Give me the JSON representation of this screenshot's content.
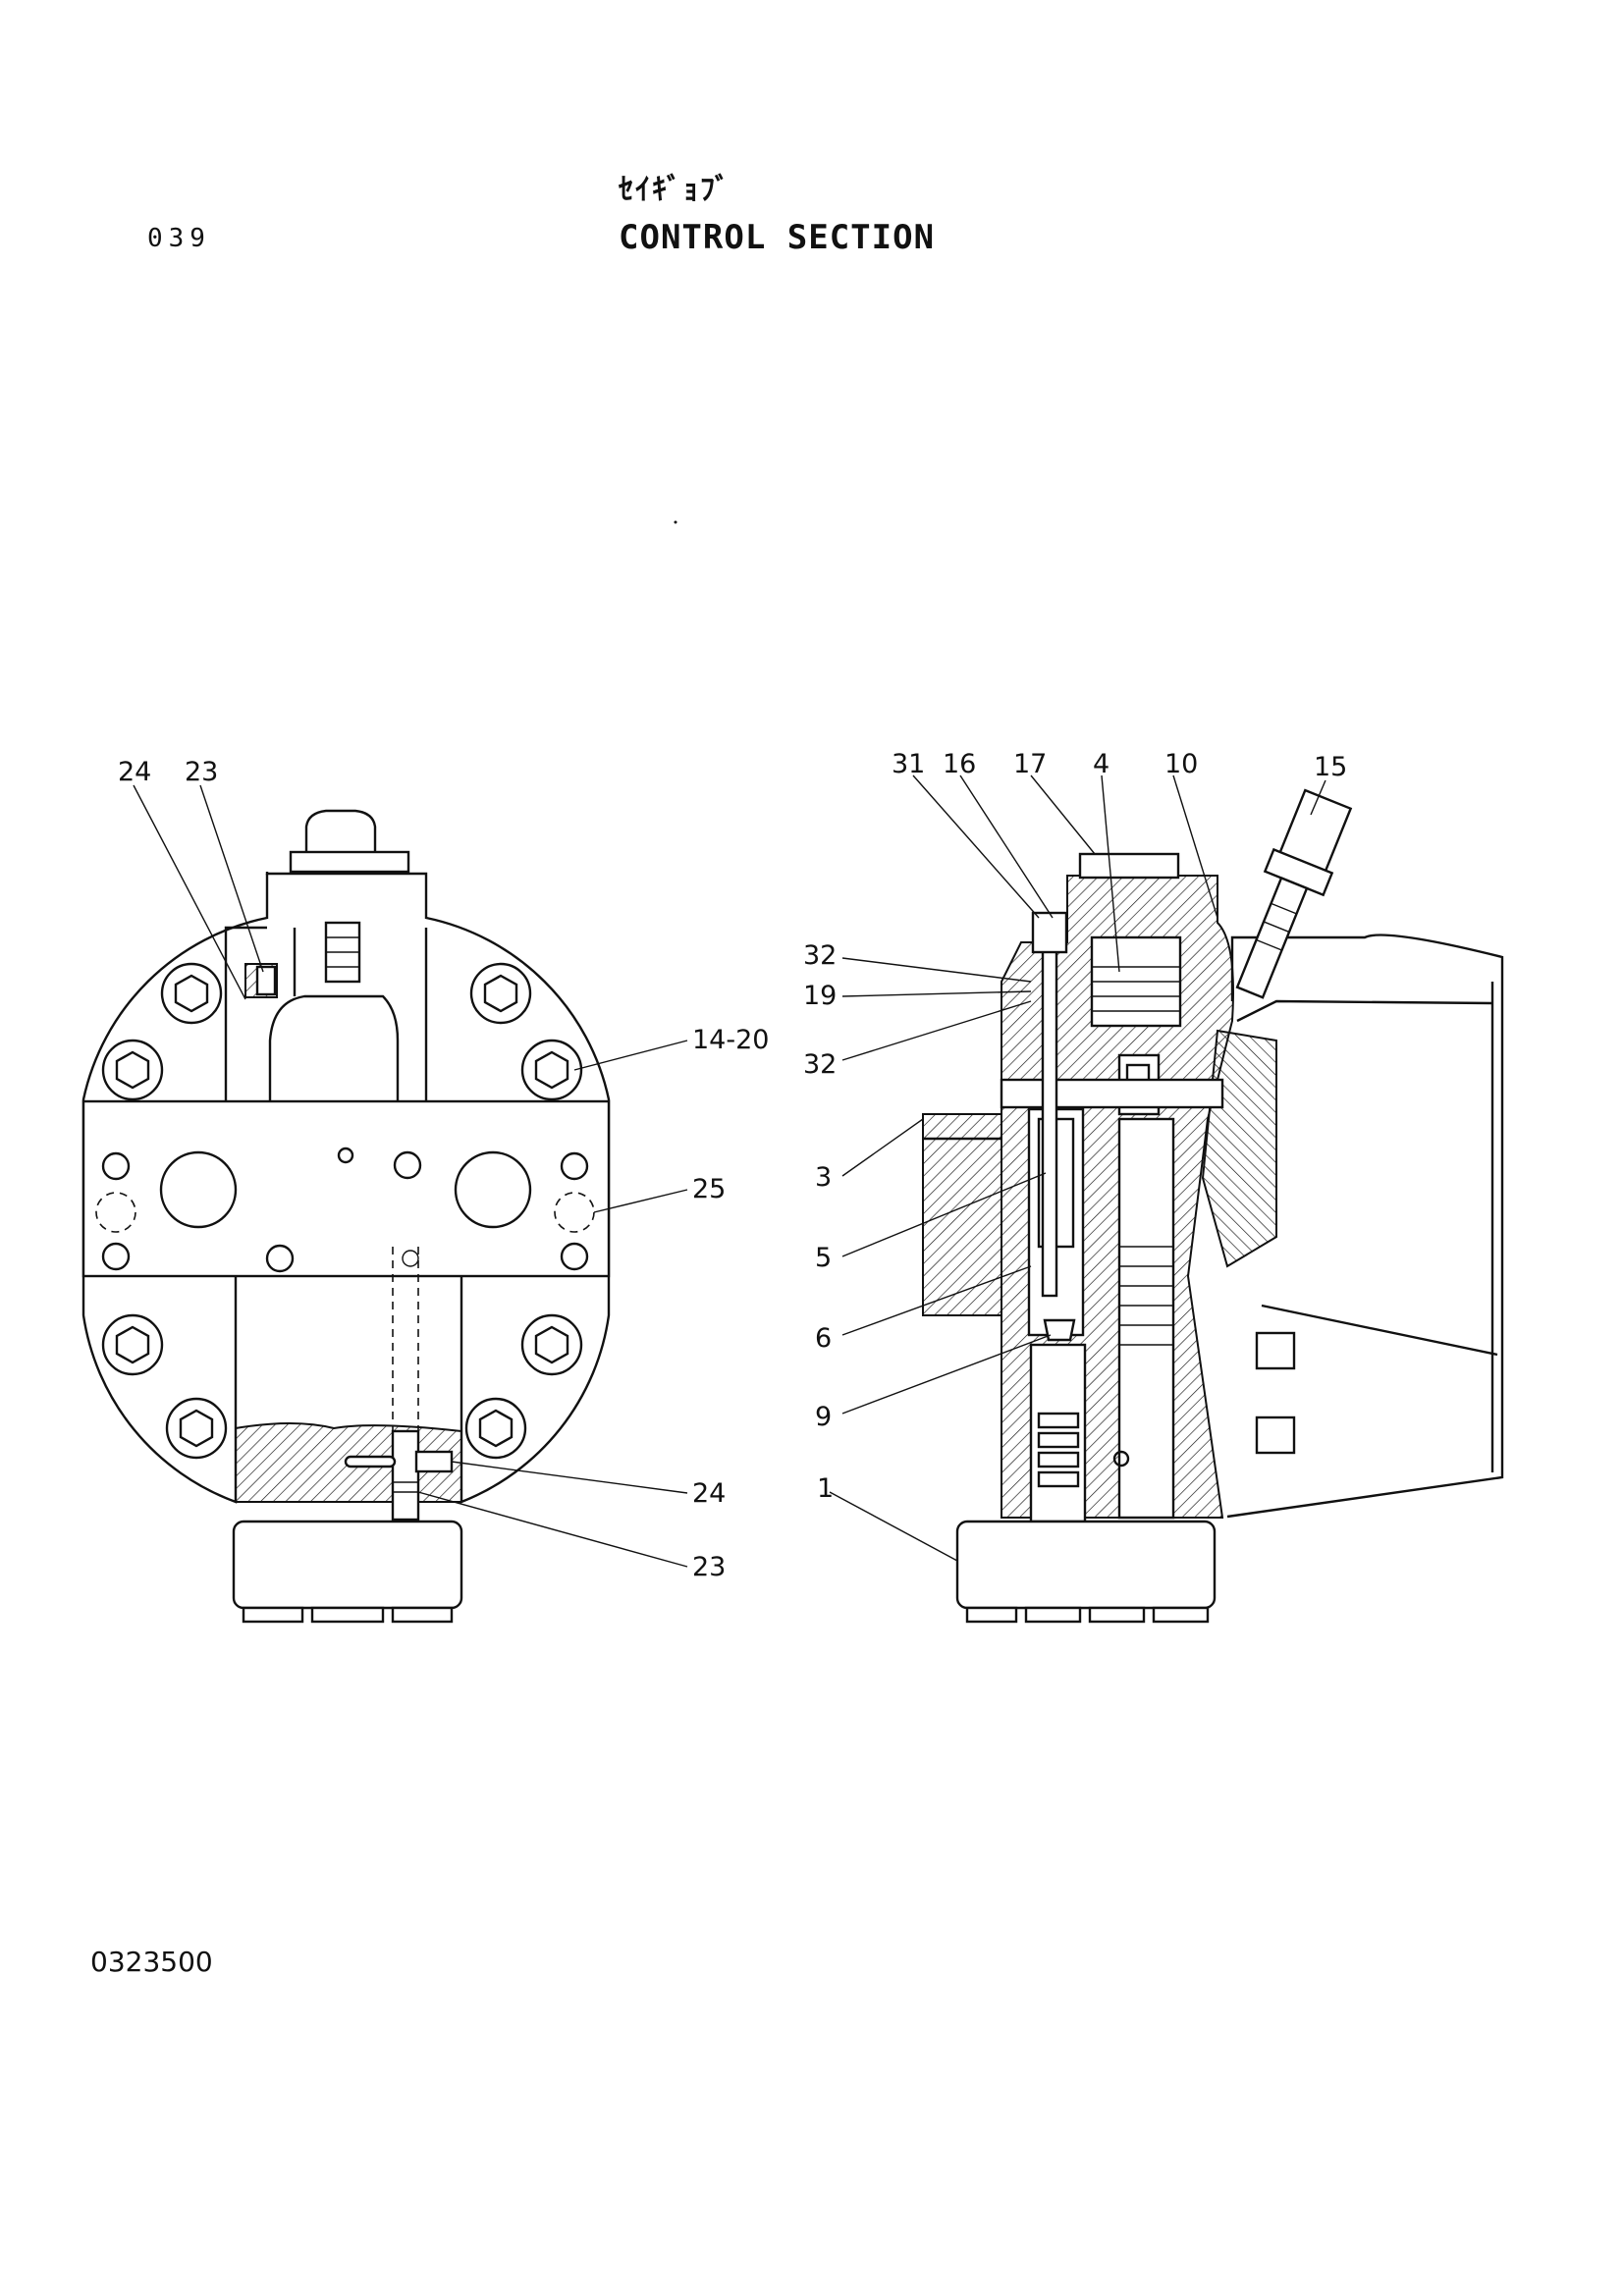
{
  "header": {
    "page_number": "039",
    "title_kana": "ｾｲｷﾞｮﾌﾞ",
    "title": "CONTROL SECTION"
  },
  "footer": {
    "drawing_code": "0323500"
  },
  "left_view": {
    "callouts": {
      "top_24": "24",
      "top_23": "23",
      "label_14_20": "14-20",
      "label_25": "25",
      "bottom_24": "24",
      "bottom_23": "23"
    }
  },
  "right_view": {
    "callouts": {
      "c31": "31",
      "c16": "16",
      "c17": "17",
      "c4": "4",
      "c10": "10",
      "c15": "15",
      "c32a": "32",
      "c19": "19",
      "c32b": "32",
      "c3": "3",
      "c5": "5",
      "c6": "6",
      "c9": "9",
      "c1": "1"
    }
  },
  "colors": {
    "ink": "#111111",
    "paper": "#ffffff"
  }
}
